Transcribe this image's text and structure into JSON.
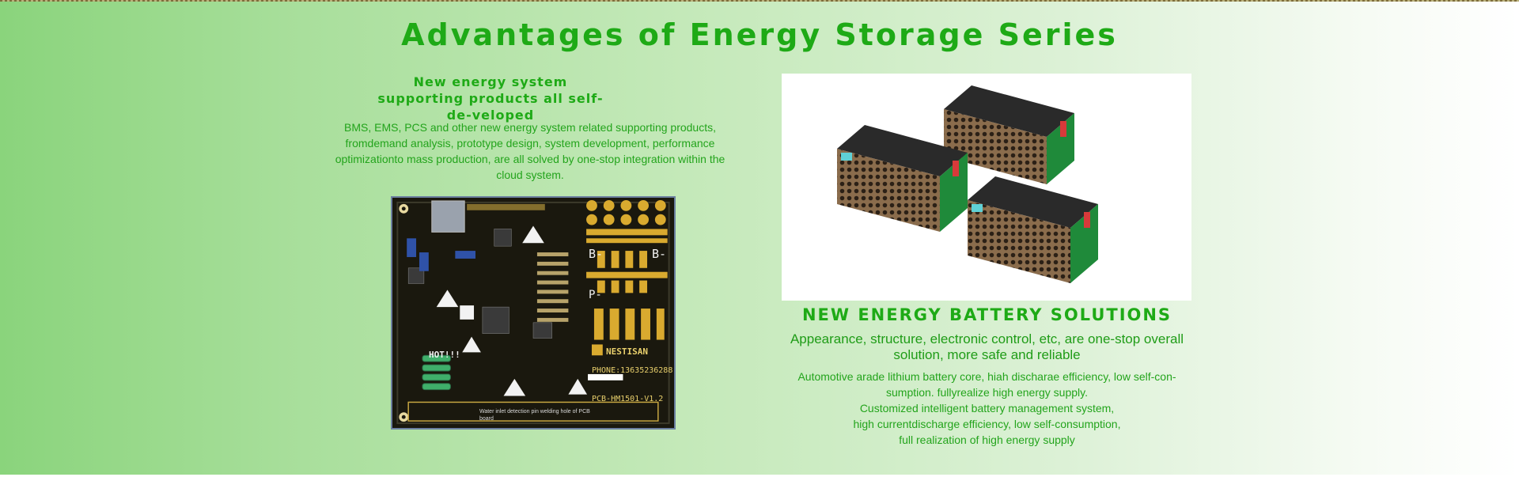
{
  "page": {
    "title": "Advantages of Energy Storage Series"
  },
  "left_section": {
    "heading": "New energy system supporting products all self-de-veloped",
    "body": "BMS, EMS, PCS and other new energy system related supporting products, fromdemand analysis, prototype design, system development, performance optimizationto mass production, are all solved by one-stop integration within the cloud system.",
    "pcb_image": {
      "label_b_left": "B-",
      "label_b_right": "B-",
      "label_p": "P-",
      "label_hot": "HOT!!!",
      "brand": "NESTISAN",
      "phone": "PHONE:13635236288",
      "model": "PCB-HM1501-V1.2",
      "note": "Water inlet detection pin welding hole of PCB board"
    }
  },
  "right_section": {
    "heading": "NEW ENERGY BATTERY SOLUTIONS",
    "subheading": "Appearance, structure, electronic control, etc, are one-stop overall solution, more safe and reliable",
    "body_lines": [
      "Automotive arade lithium battery core, hiah discharae efficiency, low self-con-",
      "sumption. fullyrealize high energy supply.",
      "Customized intelligent battery management system,",
      "high currentdischarge efficiency, low self-consumption,",
      "full realization of high energy supply"
    ]
  },
  "colors": {
    "accent_green": "#1eaa16",
    "text_green": "#23a41c",
    "gradient_start": "#8ad47c",
    "gradient_end": "#ffffff"
  }
}
